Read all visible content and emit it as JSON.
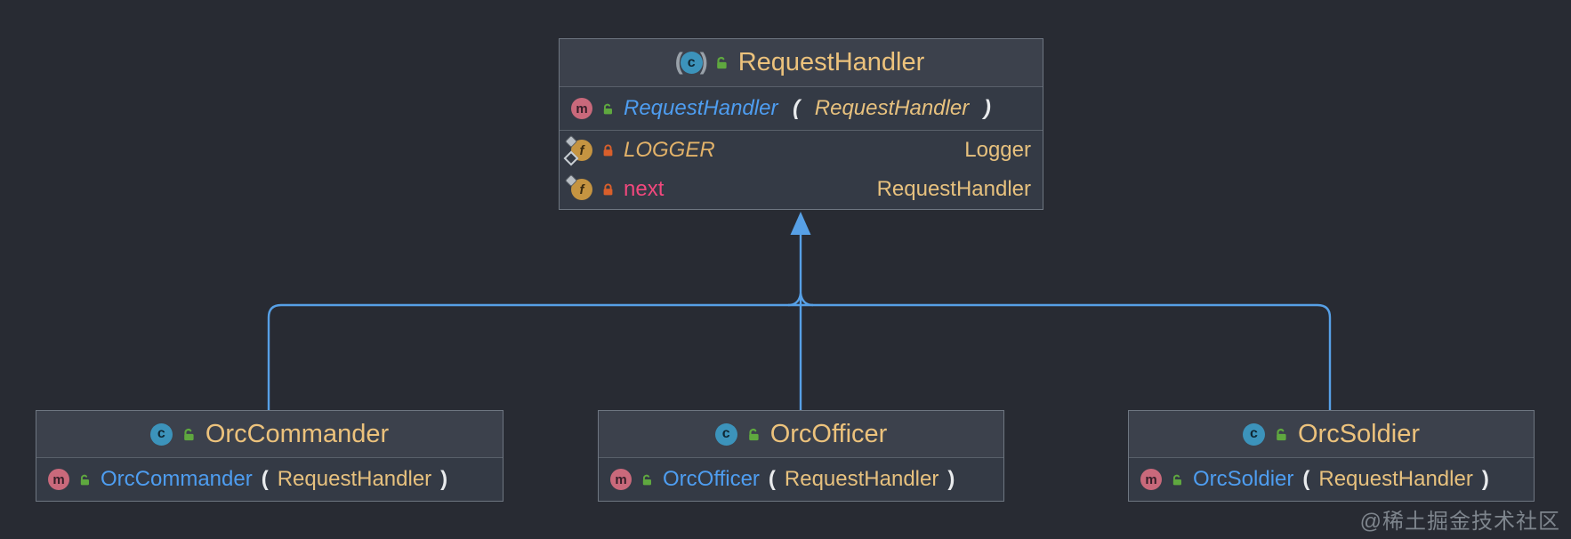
{
  "diagram": {
    "kind": "uml-class-diagram",
    "edge_color": "#57A0E6",
    "title_color": "#ECC27C",
    "constructor_name_color": "#4E9DF0",
    "parameter_color": "#E7C17E",
    "constant_field_color": "#E2B269",
    "instance_field_color": "#F1487D"
  },
  "icons": {
    "class_letter": "c",
    "abstract_paren_open": "(",
    "abstract_paren_close": ")",
    "method_letter": "m",
    "field_letter": "f"
  },
  "classes": {
    "request_handler": {
      "title": "RequestHandler",
      "constructor": {
        "name": "RequestHandler",
        "open": " ( ",
        "param": "RequestHandler",
        "close": " )"
      },
      "fields": [
        {
          "name": "LOGGER",
          "type": "Logger"
        },
        {
          "name": "next",
          "type": "RequestHandler"
        }
      ]
    },
    "orc_commander": {
      "title": "OrcCommander",
      "constructor": {
        "name": "OrcCommander",
        "open": "(",
        "param": "RequestHandler",
        "close": ")"
      }
    },
    "orc_officer": {
      "title": "OrcOfficer",
      "constructor": {
        "name": "OrcOfficer",
        "open": "(",
        "param": "RequestHandler",
        "close": ")"
      }
    },
    "orc_soldier": {
      "title": "OrcSoldier",
      "constructor": {
        "name": "OrcSoldier",
        "open": "(",
        "param": "RequestHandler",
        "close": ")"
      }
    }
  },
  "watermark": "@稀土掘金技术社区"
}
